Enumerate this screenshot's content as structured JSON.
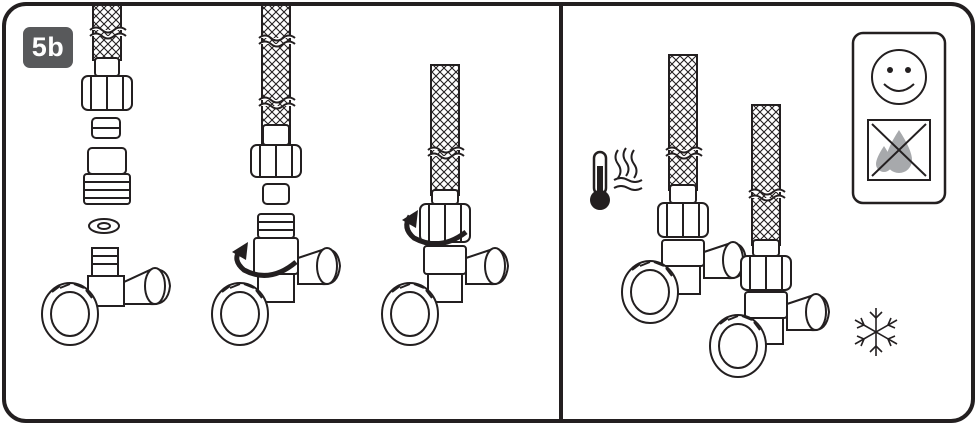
{
  "step_label": "5b",
  "colors": {
    "outline": "#231f20",
    "badge_background": "#58595b",
    "badge_text": "#ffffff",
    "droplet_fill": "#a7a9ac",
    "background": "#ffffff"
  },
  "panels": [
    {
      "id": "assembly",
      "stages": [
        "exploded-parts",
        "hand-tighten-nut",
        "final-tighten"
      ]
    },
    {
      "id": "conditions",
      "icons": [
        "thermometer-heat-icon",
        "smiley-face-icon",
        "no-leak-droplet-icon",
        "snowflake-icon"
      ]
    }
  ]
}
